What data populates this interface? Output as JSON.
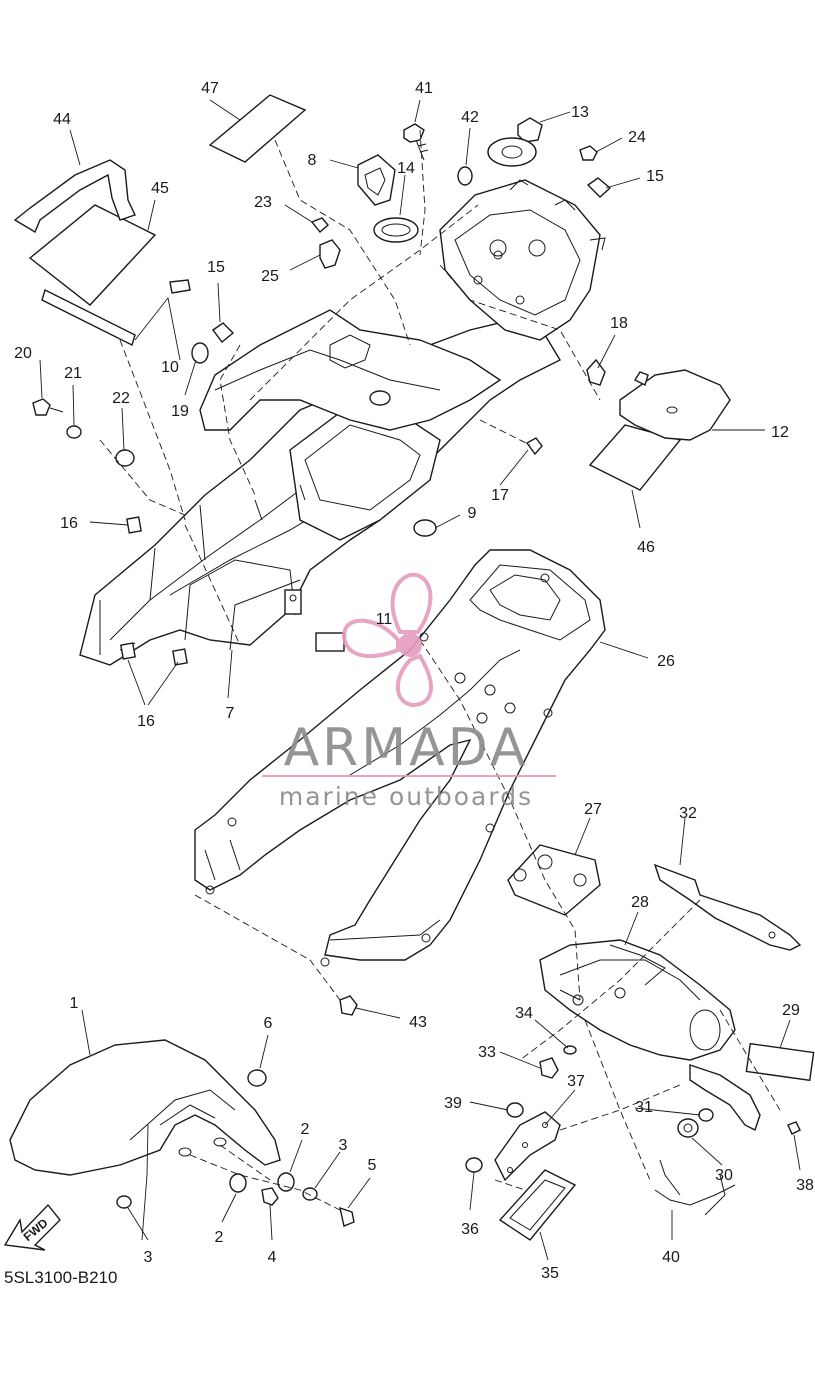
{
  "diagram": {
    "drawing_code": "5SL3100-B210",
    "direction_label": "FWD",
    "callouts": [
      "1",
      "2",
      "2",
      "3",
      "3",
      "4",
      "5",
      "6",
      "7",
      "8",
      "9",
      "10",
      "11",
      "12",
      "13",
      "14",
      "15",
      "15",
      "16",
      "16",
      "17",
      "18",
      "19",
      "20",
      "21",
      "22",
      "23",
      "24",
      "25",
      "26",
      "27",
      "28",
      "29",
      "30",
      "31",
      "32",
      "33",
      "34",
      "35",
      "36",
      "37",
      "38",
      "39",
      "40",
      "41",
      "42",
      "43",
      "44",
      "45",
      "46",
      "47"
    ]
  },
  "watermark": {
    "brand": "ARMADA",
    "tagline": "marine outboards",
    "colors": {
      "logo": "#e59bbd",
      "text": "#8a8a8a"
    }
  }
}
